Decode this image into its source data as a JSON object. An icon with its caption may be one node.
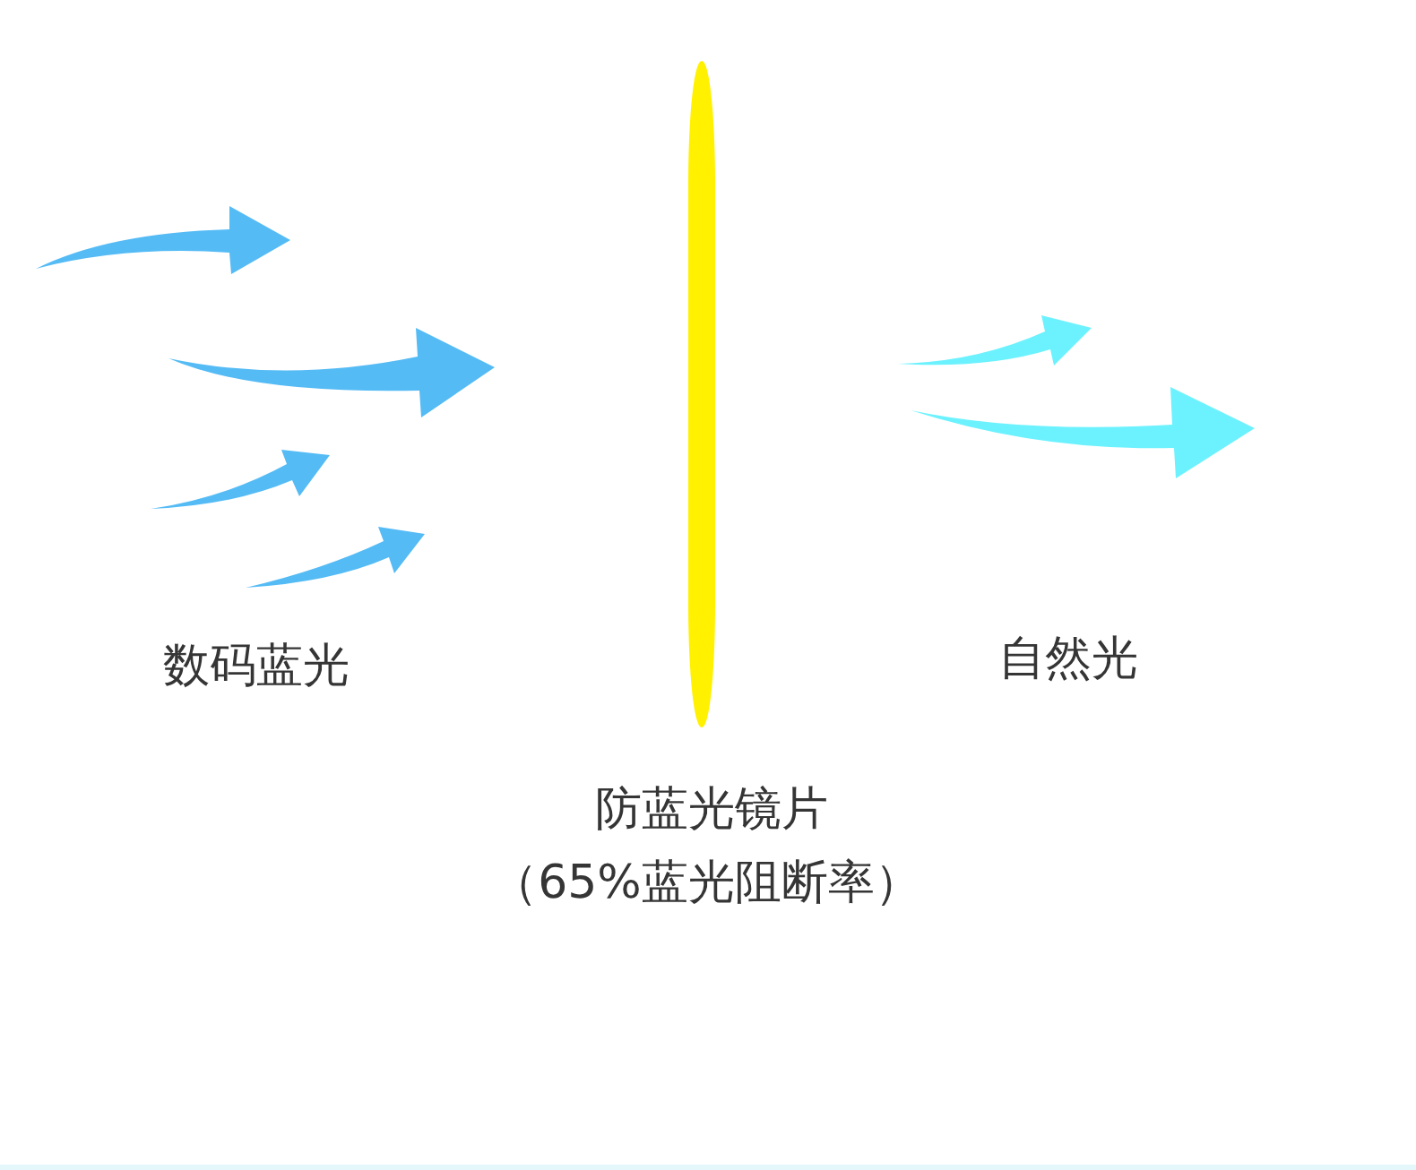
{
  "diagram": {
    "nodes": [
      {
        "text": [
          "防蓝光镜片",
          "（65%蓝光阻断率）"
        ]
      }
    ],
    "labels": [
      "数码蓝光",
      "自然光"
    ]
  }
}
